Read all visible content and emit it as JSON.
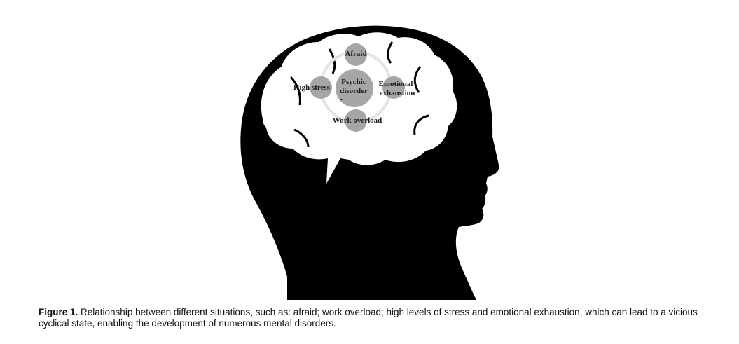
{
  "diagram": {
    "center": {
      "line1": "Psychic",
      "line2": "disorder",
      "line3": "-"
    },
    "nodes": {
      "top": "Afraid",
      "bottom": "Work overload",
      "left": "High stress",
      "right_line1": "Emotional",
      "right_line2": "exhaustion"
    },
    "colors": {
      "head": "#000000",
      "brain": "#ffffff",
      "node": "#a6a6a6",
      "ring": "#e3e3e3"
    }
  },
  "caption": {
    "label": "Figure 1.",
    "text": "Relationship between different situations, such as: afraid; work overload; high levels of stress and emotional exhaustion, which can lead to a vicious cyclical state, enabling the development of numerous mental disorders."
  }
}
